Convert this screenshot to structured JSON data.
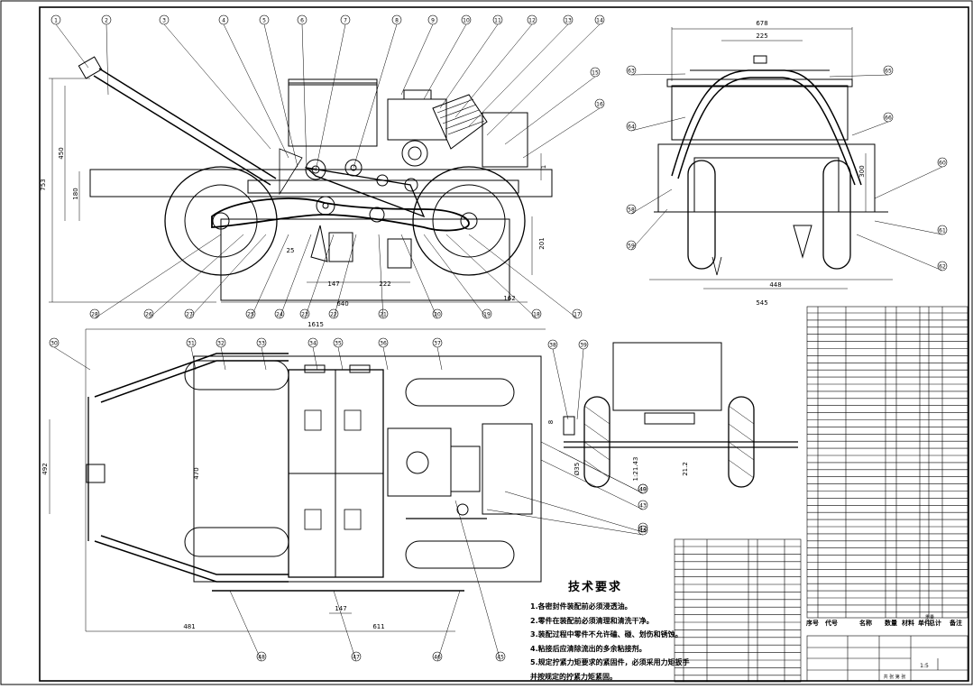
{
  "views": {
    "front": {
      "dims": [
        "753",
        "450",
        "180",
        "201",
        "147",
        "222",
        "162",
        "640",
        "25",
        "1",
        "1"
      ],
      "balloons_top": [
        "1",
        "2",
        "3",
        "4",
        "5",
        "6",
        "7",
        "8",
        "9",
        "10",
        "11",
        "12",
        "13",
        "14",
        "15",
        "16"
      ],
      "balloons_bottom": [
        "28",
        "26",
        "27",
        "25",
        "24",
        "23",
        "22",
        "21",
        "20",
        "19",
        "18",
        "17"
      ]
    },
    "side": {
      "dims": [
        "678",
        "225",
        "545",
        "448",
        "300"
      ],
      "balloons": [
        "63",
        "64",
        "65",
        "66",
        "58",
        "59",
        "60",
        "61",
        "62"
      ]
    },
    "plan": {
      "dims": [
        "1615",
        "492",
        "470",
        "147",
        "611",
        "481"
      ],
      "balloons_top": [
        "30",
        "31",
        "32",
        "33",
        "34",
        "35",
        "36",
        "37"
      ],
      "balloons_bottom": [
        "45",
        "46",
        "47",
        "48",
        "49",
        "44",
        "43",
        "42",
        "40"
      ]
    },
    "section": {
      "dims": [
        "Ø35",
        "1:21.43",
        "21.2",
        "8"
      ],
      "balloons": [
        "38",
        "39",
        "40"
      ]
    }
  },
  "tech_requirements": {
    "title": "技术要求",
    "lines": [
      "1.各密封件装配前必须浸透油。",
      "2.零件在装配前必须清理和清洗干净。",
      "3.装配过程中零件不允许磕、碰、划伤和锈蚀。",
      "4.粘接后应清除流出的多余粘接剂。",
      "5.规定拧紧力矩要求的紧固件，必须采用力矩扳手",
      "并按规定的拧紧力矩紧固。"
    ]
  },
  "bom_header": [
    "序号",
    "代号",
    "名称",
    "数量",
    "材料",
    "单件",
    "总计",
    "备注"
  ],
  "bom_header_sub": [
    "重量"
  ],
  "title_block": {
    "scale": "1:5",
    "sheet": "共 张 第 张"
  }
}
